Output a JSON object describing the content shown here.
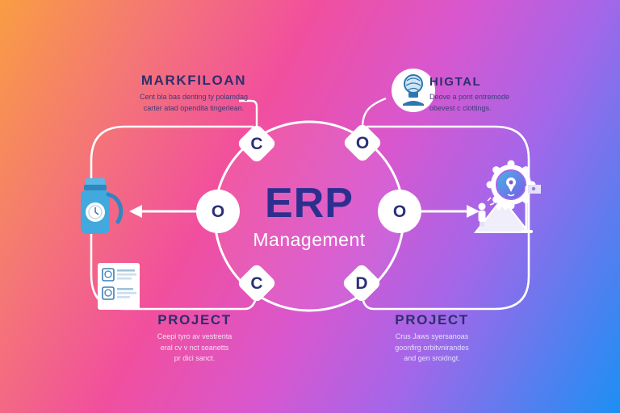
{
  "diagram": {
    "center": {
      "title": "ERP",
      "subtitle": "Management"
    },
    "nodes": [
      {
        "letter": "C",
        "position": "top-left"
      },
      {
        "letter": "O",
        "position": "top-right"
      },
      {
        "letter": "O",
        "position": "left"
      },
      {
        "letter": "O",
        "position": "right"
      },
      {
        "letter": "C",
        "position": "bottom-left"
      },
      {
        "letter": "D",
        "position": "bottom-right"
      }
    ],
    "sections": {
      "top_left": {
        "title": "MARKFILOAN",
        "lines": [
          "Cent bla bas denting ty polamdag",
          "carter atad opendita tingerlean."
        ]
      },
      "top_right": {
        "title": "HIGTAL",
        "lines": [
          "Deove a pont entremode",
          "obevest c clottings."
        ]
      },
      "bottom_left": {
        "title": "PROJECT",
        "lines": [
          "Ceepi tyro av vestrenta",
          "eral cv v nct seanetts",
          "pr dici sanct."
        ]
      },
      "bottom_right": {
        "title": "PROJECT",
        "lines": [
          "Crus Jaws syersanoas",
          "goonfirg orbitvnirandes",
          "and gen sroidngt."
        ]
      }
    },
    "icons": [
      "bottle-icon",
      "document-icon",
      "idea-icon",
      "gear-icon",
      "mountain-flag-icon"
    ],
    "colors": {
      "navy": "#2c2f6b",
      "erp_indigo": "#2c2f8e",
      "white": "#ffffff",
      "icon_blue": "#41a9dd",
      "gradient": [
        "#f99d43",
        "#f14f9e",
        "#d857cf",
        "#1b90f4"
      ]
    }
  }
}
